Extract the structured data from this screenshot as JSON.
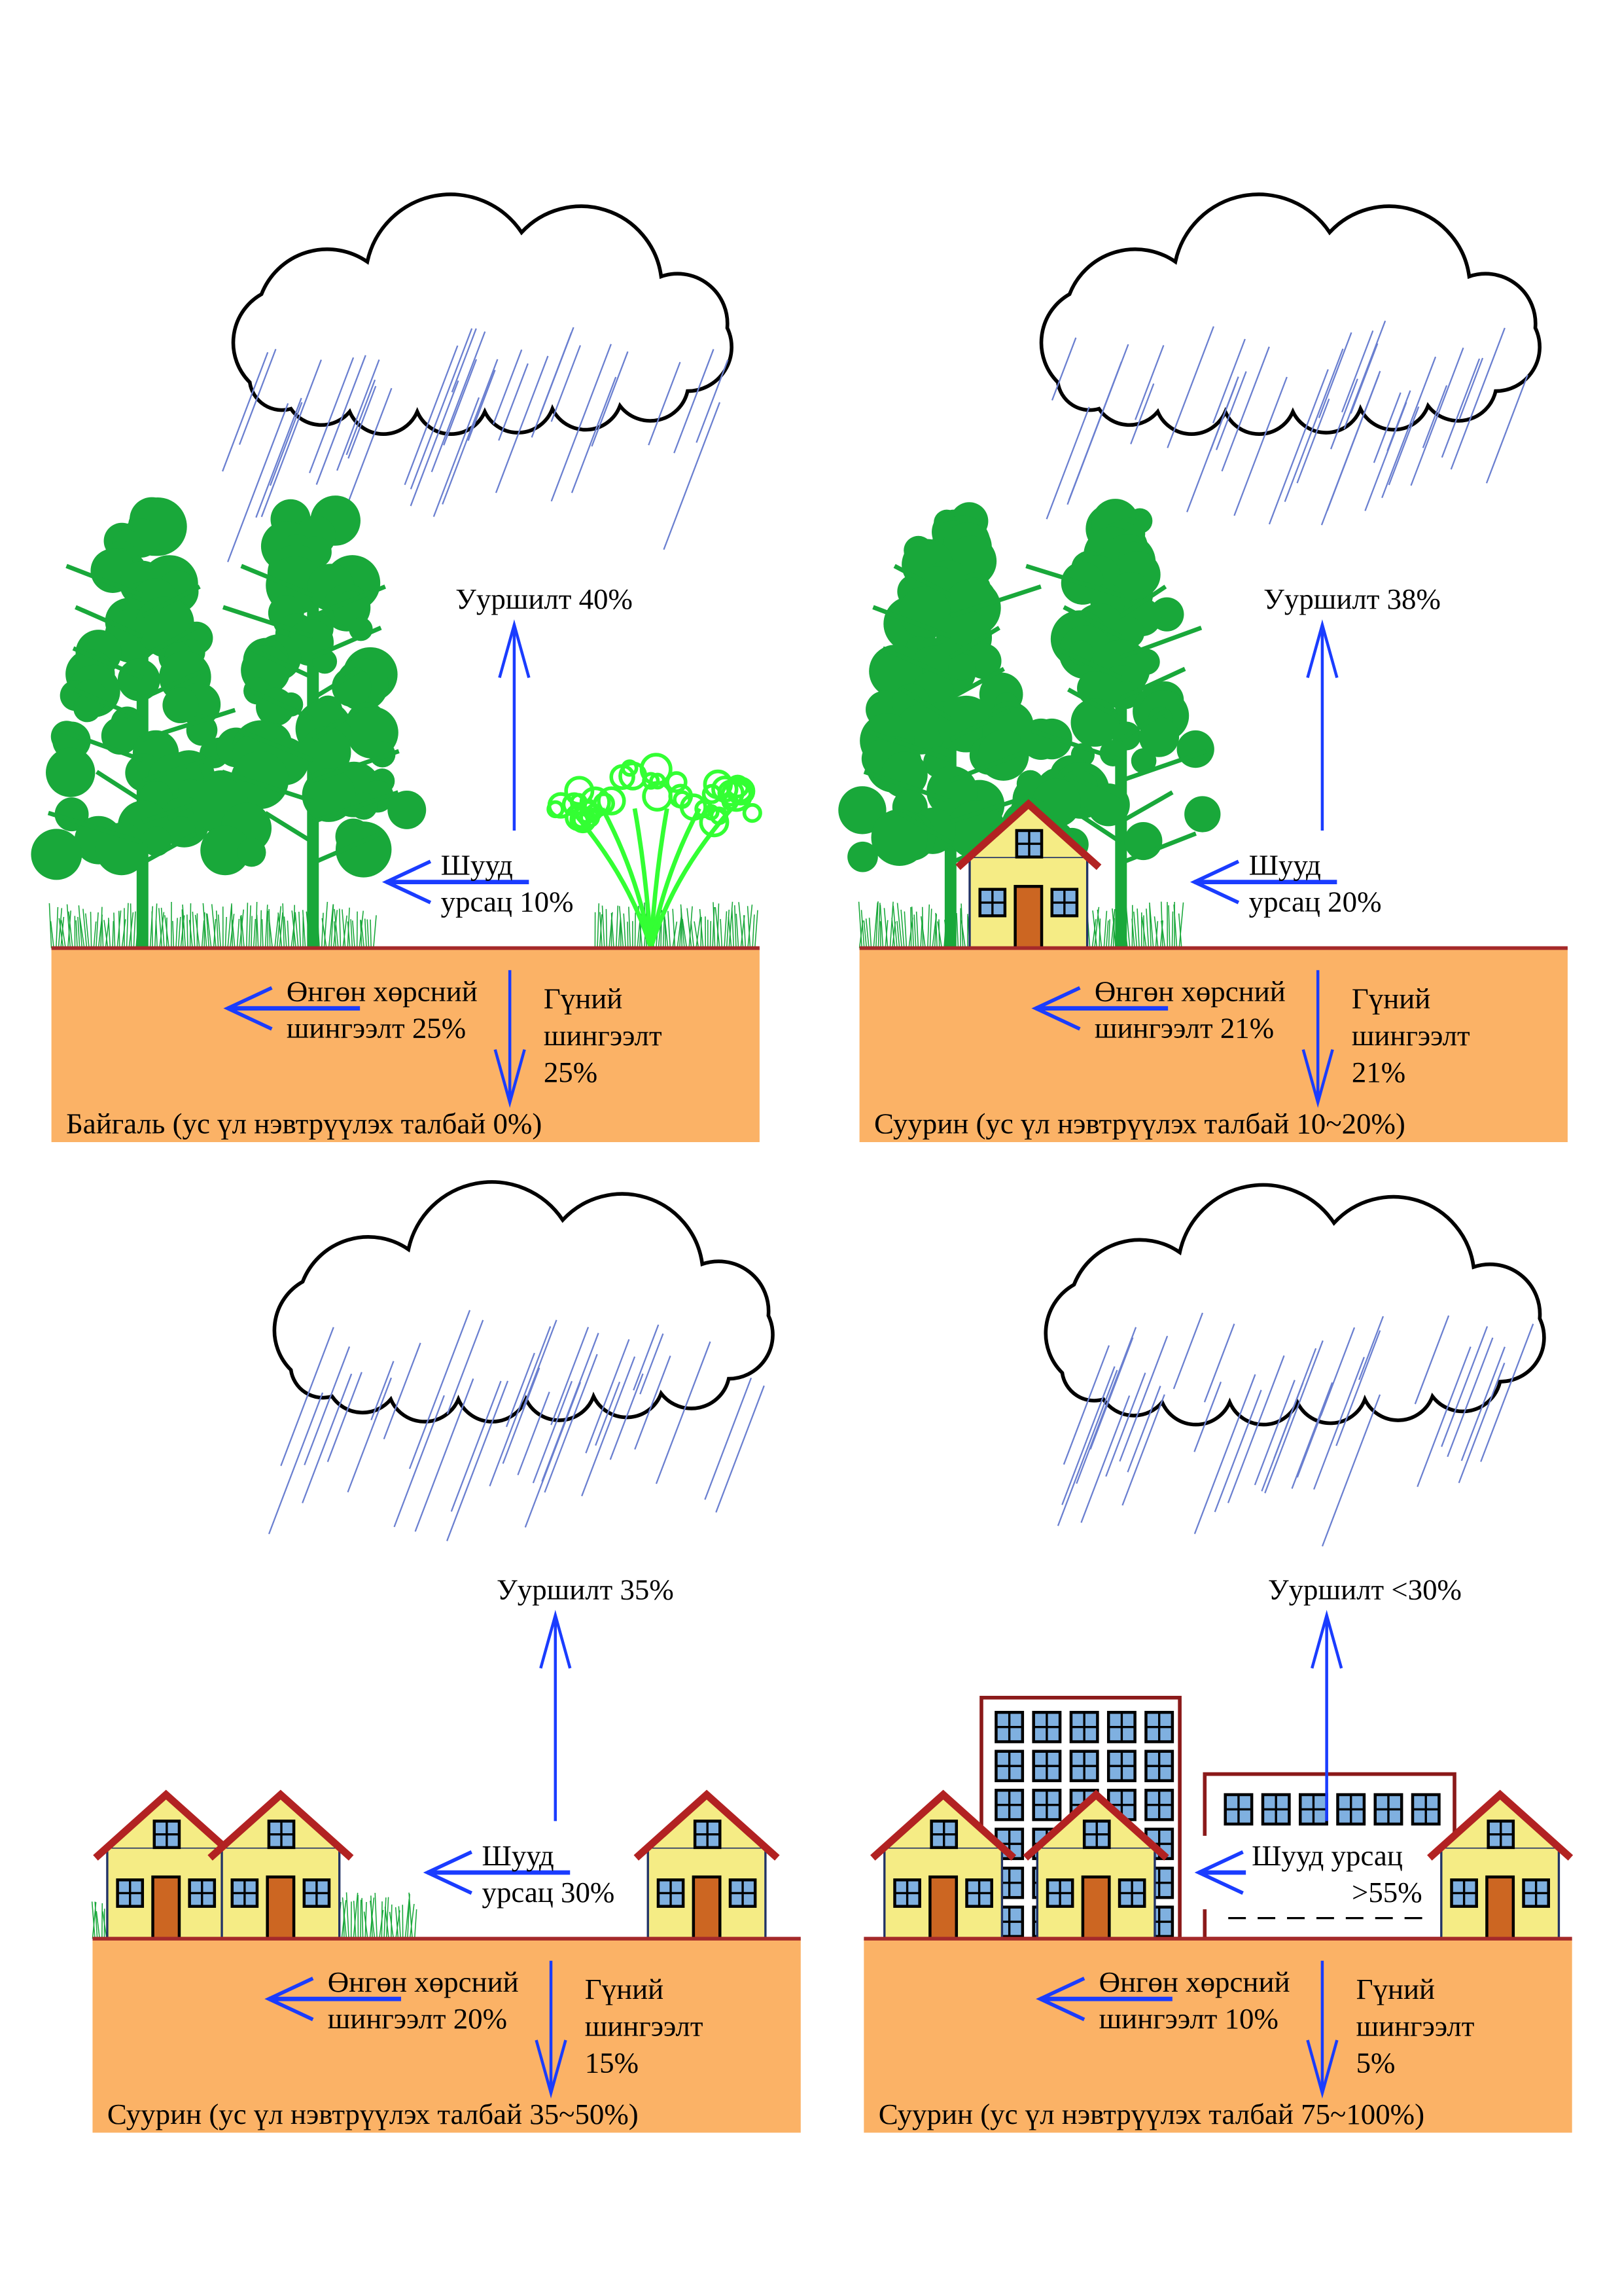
{
  "colors": {
    "soil": "#fbb266",
    "ground_line": "#a52a2a",
    "arrow": "#1a3cff",
    "rain": "#6a7fd0",
    "tree": "#19a83a",
    "bush": "#33ff33",
    "house_wall": "#f5ec85",
    "roof": "#b22222",
    "window": "#7fb0e0",
    "door": "#cc6622"
  },
  "panels": [
    {
      "scene": "nature",
      "evaporation": "Ууршилт 40%",
      "direct_runoff": [
        "Шууд",
        "урсац 10%"
      ],
      "shallow_infiltration": [
        "Өнгөн хөрсний",
        "шингээлт 25%"
      ],
      "deep_infiltration": [
        "Гүний",
        "шингээлт",
        "25%"
      ],
      "caption": "Байгаль (ус үл нэвтрүүлэх талбай 0%)"
    },
    {
      "scene": "settlement-low",
      "evaporation": "Ууршилт 38%",
      "direct_runoff": [
        "Шууд",
        "урсац 20%"
      ],
      "shallow_infiltration": [
        "Өнгөн хөрсний",
        "шингээлт 21%"
      ],
      "deep_infiltration": [
        "Гүний",
        "шингээлт",
        "21%"
      ],
      "caption": "Суурин (ус үл нэвтрүүлэх талбай 10~20%)"
    },
    {
      "scene": "settlement-mid",
      "evaporation": "Ууршилт 35%",
      "direct_runoff": [
        "Шууд",
        "урсац 30%"
      ],
      "shallow_infiltration": [
        "Өнгөн хөрсний",
        "шингээлт 20%"
      ],
      "deep_infiltration": [
        "Гүний",
        "шингээлт",
        "15%"
      ],
      "caption": "Суурин (ус үл нэвтрүүлэх талбай 35~50%)"
    },
    {
      "scene": "urban",
      "evaporation": "Ууршилт <30%",
      "direct_runoff": [
        "Шууд урсац",
        ">55%"
      ],
      "shallow_infiltration": [
        "Өнгөн хөрсний",
        "шингээлт 10%"
      ],
      "deep_infiltration": [
        "Гүний",
        "шингээлт",
        "5%"
      ],
      "caption": "Суурин (ус үл нэвтрүүлэх талбай 75~100%)"
    }
  ]
}
